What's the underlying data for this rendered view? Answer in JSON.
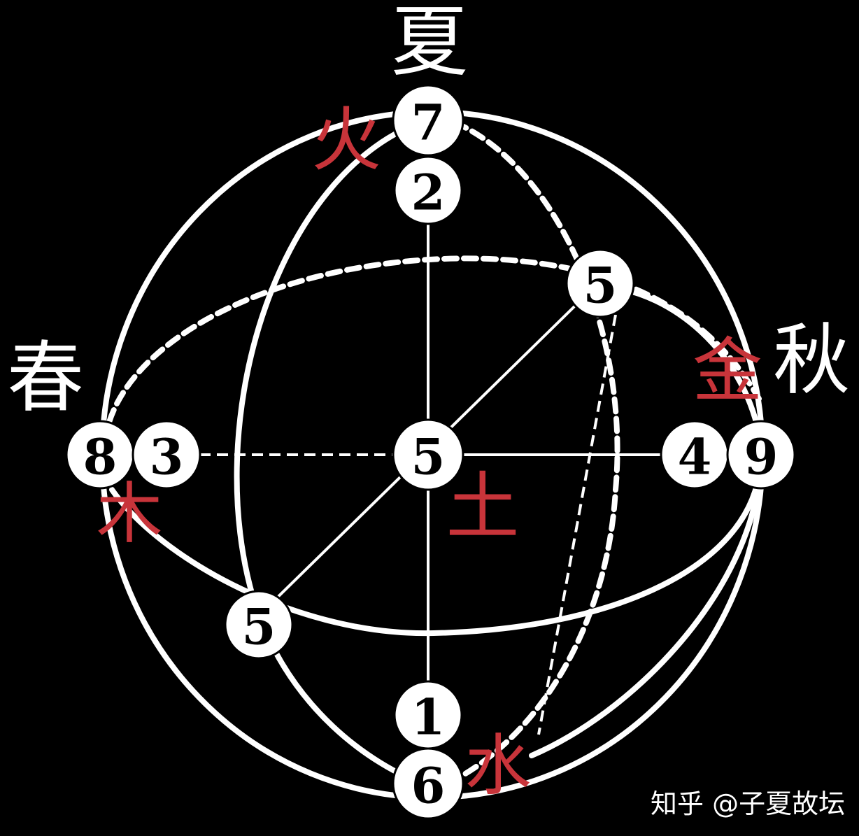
{
  "seasons": {
    "summer": "夏",
    "spring": "春",
    "autumn": "秋"
  },
  "elements": {
    "fire": "火",
    "wood": "木",
    "metal": "金",
    "earth": "土",
    "water": "水"
  },
  "nodes": {
    "top_outer": "7",
    "top_inner": "2",
    "right_upper": "5",
    "left_outer": "8",
    "left_inner": "3",
    "center": "5",
    "right_inner": "4",
    "right_outer": "9",
    "left_lower": "5",
    "bottom_inner": "1",
    "bottom_outer": "6"
  },
  "watermark": "知乎 @子夏故坛"
}
